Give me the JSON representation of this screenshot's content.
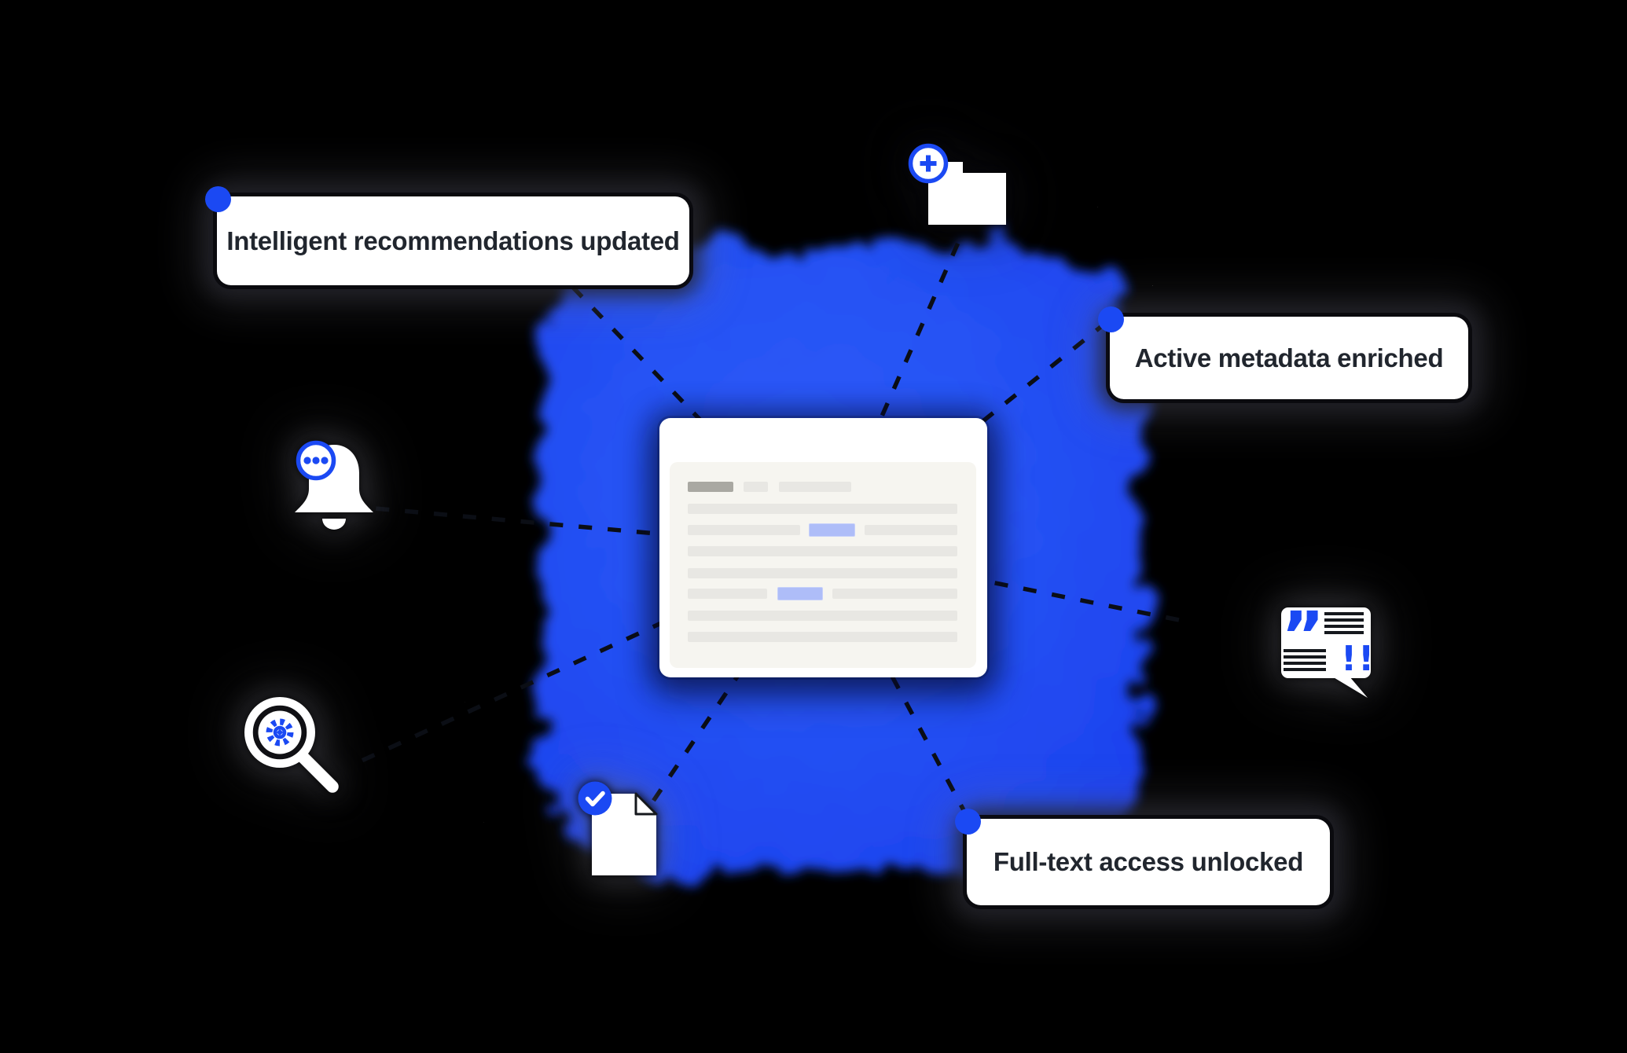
{
  "figure": {
    "background": "#000000"
  },
  "palette": {
    "accent_blue": "#1b49f3",
    "blob_blue_center": "#2f5df8",
    "blob_blue_edge": "#1c40ee",
    "dashed_line": "#0b0e15",
    "label_text": "#21262e",
    "card_bg": "#ffffff",
    "panel_bg": "#f6f5f0",
    "skeleton_gray": "#e8e7e3",
    "skeleton_dark_gray": "#a9a8a2",
    "skeleton_blue": "#aebdf8"
  },
  "callouts": [
    {
      "id": "recommendations",
      "label": "Intelligent recommendations updated"
    },
    {
      "id": "metadata",
      "label": "Active metadata enriched"
    },
    {
      "id": "fulltext",
      "label": "Full-text access unlocked"
    }
  ],
  "icons": {
    "folder_add": {
      "name": "folder-add-icon",
      "badge_glyph": "+"
    },
    "bell": {
      "name": "notification-bell-icon",
      "badge_glyph": "•••"
    },
    "search_gear": {
      "name": "smart-search-icon"
    },
    "document_check": {
      "name": "document-verified-icon",
      "badge_glyph": "✓"
    },
    "quote_bubble": {
      "name": "citation-bubble-icon",
      "quote_glyph": "”",
      "alert_glyph": "!!"
    }
  }
}
